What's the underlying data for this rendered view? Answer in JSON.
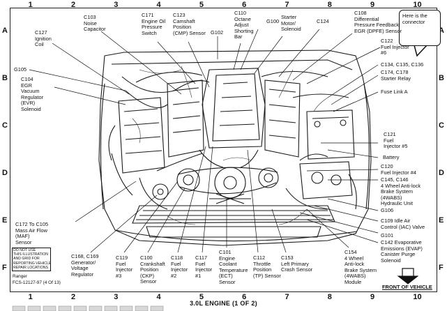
{
  "grid": {
    "columns": [
      "1",
      "2",
      "3",
      "4",
      "5",
      "6",
      "7",
      "8",
      "9",
      "10"
    ],
    "rows": [
      "A",
      "B",
      "C",
      "D",
      "E",
      "F"
    ]
  },
  "callout": {
    "text": "Here is the\nconnector"
  },
  "labels": {
    "c103": "C103\nNoise\nCapacitor",
    "c171": "C171\nEngine Oil\nPressure\nSwitch",
    "c123": "C123\nCamshaft\nPosition\n(CMP) Sensor",
    "g102": "G102",
    "c110": "C110\nOctane\nAdjust\nShorting\nBar",
    "g100": "G100",
    "starter": "Starter\nMotor/\nSolenoid",
    "c124": "C124",
    "c108": "C108\nDifferential\nPressure Feedback\nEGR (DPFE) Sensor",
    "c127": "C127\nIgnition\nCoil",
    "c122": "C122\nFuel Injector\n#6",
    "g105": "G105",
    "c134": "C134, C135, C136",
    "c104": "C104\nEGR\nVacuum\nRegulator\n(EVR)\nSolenoid",
    "c174": "C174, C178\nStarter Relay",
    "fuselink": "Fuse Link A",
    "c121": "C121\nFuel\nInjector #5",
    "battery": "Battery",
    "c120": "C120\nFuel Injector #4",
    "c145": "C145, C146\n4 Wheel Anti-lock\nBrake System\n(4WABS)\nHydraulic Unit",
    "g106": "G106",
    "c172": "C172 To C105\nMass Air Flow\n(MAF)\nSensor",
    "c109": "C109 Idle Air\nControl (IAC) Valve",
    "g101": "G101",
    "c142": "C142 Evaporative\nEmissions (EVAP)\nCanister Purge\nSolenoid",
    "c168": "C168, C169\nGenerator/\nVoltage\nRegulator",
    "c119": "C119\nFuel\nInjector\n#3",
    "c100": "C100\nCrankshaft\nPosition\n(CKP)\nSensor",
    "c118": "C118\nFuel\nInjector\n#2",
    "c117": "C117\nFuel\nInjector\n#1",
    "c101": "C101\nEngine\nCoolant\nTemperature\n(ECT)\nSensor",
    "c112": "C112\nThrottle\nPosition\n(TP) Sensor",
    "c153": "C153\nLeft Primary\nCrash Sensor",
    "c154": "C154\n4 Wheel\nAnti-lock\nBrake System\n(4WABS)\nModule"
  },
  "notice": "DO NOT USE\nTHIS ILLUSTRATION\nAND GRID FOR\nREPORTING VEHICLE\nREPAIR LOCATIONS",
  "model": "Ranger",
  "code": "FCS-12127-97 (4 Of 13)",
  "front_label": "FRONT OF VEHICLE",
  "title": "3.0L ENGINE (1 OF 2)"
}
